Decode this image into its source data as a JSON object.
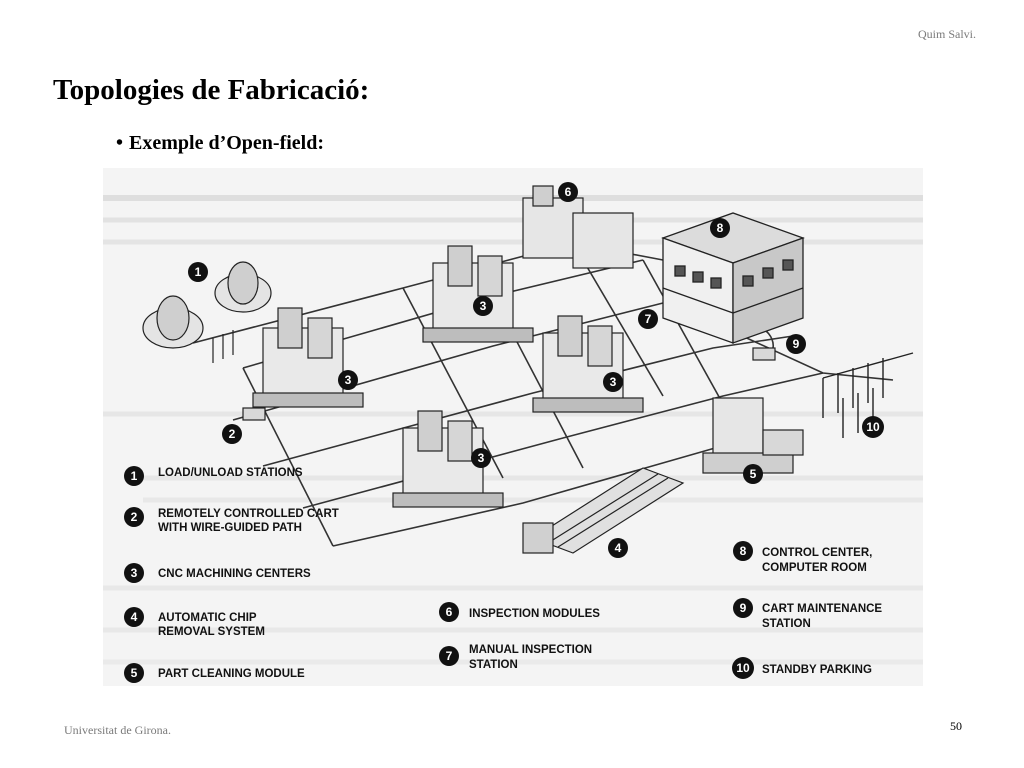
{
  "header": {
    "author": "Quim Salvi."
  },
  "slide": {
    "title": "Topologies de Fabricació:",
    "bullet_symbol": "•",
    "bullet": "Exemple d’Open-field:"
  },
  "figure": {
    "legend": [
      {
        "num": "1",
        "line1": "LOAD/UNLOAD STATIONS",
        "line2": ""
      },
      {
        "num": "2",
        "line1": "REMOTELY CONTROLLED CART",
        "line2": "WITH WIRE-GUIDED PATH"
      },
      {
        "num": "3",
        "line1": "CNC MACHINING CENTERS",
        "line2": ""
      },
      {
        "num": "4",
        "line1": "AUTOMATIC CHIP",
        "line2": "REMOVAL SYSTEM"
      },
      {
        "num": "5",
        "line1": "PART CLEANING MODULE",
        "line2": ""
      },
      {
        "num": "6",
        "line1": "INSPECTION MODULES",
        "line2": ""
      },
      {
        "num": "7",
        "line1": "MANUAL INSPECTION",
        "line2": "STATION"
      },
      {
        "num": "8",
        "line1": "CONTROL CENTER,",
        "line2": "COMPUTER ROOM"
      },
      {
        "num": "9",
        "line1": "CART MAINTENANCE",
        "line2": "STATION"
      },
      {
        "num": "10",
        "line1": "STANDBY PARKING",
        "line2": ""
      }
    ],
    "callouts": [
      "1",
      "2",
      "3",
      "3",
      "3",
      "3",
      "4",
      "5",
      "6",
      "7",
      "8",
      "9",
      "10"
    ]
  },
  "footer": {
    "institution": "Universitat de Girona.",
    "page": "50"
  }
}
